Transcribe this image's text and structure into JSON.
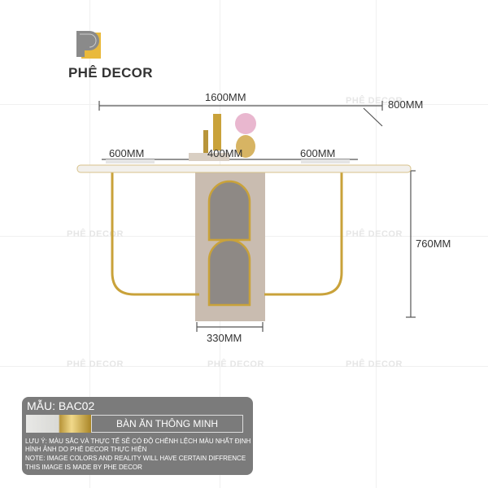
{
  "brand": {
    "name": "PHÊ DECOR",
    "watermark": "PHÊ DECOR",
    "logo_colors": [
      "#e9b93c",
      "#888888"
    ]
  },
  "dimensions": {
    "length": "1600MM",
    "depth": "800MM",
    "left_section": "600MM",
    "center_section": "400MM",
    "right_section": "600MM",
    "height": "760MM",
    "cabinet_width": "330MM"
  },
  "info": {
    "model": "MẪU: BAC02",
    "product_name": "BÀN ĂN THÔNG MINH",
    "notes": [
      "LƯU Ý: MÀU SẮC VÀ THỰC TẾ SẼ CÓ ĐỘ CHÊNH LỆCH MÀU NHẤT ĐỊNH",
      "HÌNH ẢNH DO PHÊ DECOR THỰC HIỆN",
      "NOTE: IMAGE COLORS AND REALITY WILL HAVE CERTAIN DIFFRENCE",
      "THIS IMAGE IS MADE BY PHE DECOR"
    ]
  },
  "colors": {
    "gold": "#c9a23a",
    "cabinet": "#c9bcb0",
    "panel": "#7b7b7b"
  }
}
